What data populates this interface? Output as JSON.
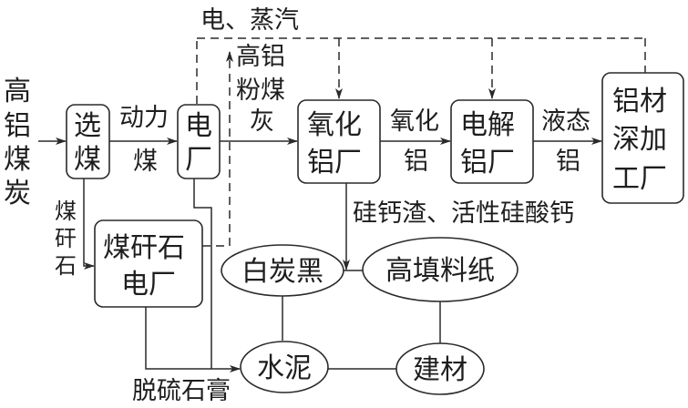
{
  "diagram": {
    "type": "process-flowchart",
    "colors": {
      "stroke": "#2a2a2a",
      "text": "#1e1e1e",
      "background": "#ffffff"
    },
    "input": {
      "label_chars": [
        "高",
        "铝",
        "煤",
        "炭"
      ],
      "label": "高铝煤炭"
    },
    "nodes": {
      "coal_washing": {
        "label": "选煤",
        "lines": [
          "选",
          "煤"
        ],
        "shape": "rounded-rect"
      },
      "power_plant": {
        "label": "电厂",
        "lines": [
          "电",
          "厂"
        ],
        "shape": "rounded-rect"
      },
      "alumina_plant": {
        "label": "氧化铝厂",
        "lines": [
          "氧化",
          "铝厂"
        ],
        "shape": "rounded-rect"
      },
      "electrolytic_plant": {
        "label": "电解铝厂",
        "lines": [
          "电解",
          "铝厂"
        ],
        "shape": "rounded-rect"
      },
      "processing_plant": {
        "label": "铝材深加工厂",
        "lines": [
          "铝材",
          "深加",
          "工厂"
        ],
        "shape": "rounded-rect"
      },
      "gangue_plant": {
        "label": "煤矸石电厂",
        "lines": [
          "煤矸石",
          "电厂"
        ],
        "shape": "rounded-rect"
      },
      "white_carbon": {
        "label": "白炭黑",
        "shape": "ellipse"
      },
      "filler_paper": {
        "label": "高填料纸",
        "shape": "ellipse"
      },
      "cement": {
        "label": "水泥",
        "shape": "ellipse"
      },
      "building_materials": {
        "label": "建材",
        "shape": "ellipse"
      }
    },
    "edge_labels": {
      "power_coal": {
        "label": "动力煤",
        "top": "动力",
        "bottom": "煤"
      },
      "fly_ash": {
        "label": "高铝粉煤灰",
        "lines": [
          "高铝",
          "粉煤",
          "灰"
        ]
      },
      "alumina": {
        "label": "氧化铝",
        "top": "氧化",
        "bottom": "铝"
      },
      "liquid_al": {
        "label": "液态铝",
        "top": "液态",
        "bottom": "铝"
      },
      "gangue": {
        "label": "煤矸石",
        "lines": [
          "煤",
          "矸",
          "石"
        ]
      },
      "electricity_steam": {
        "label": "电、蒸汽"
      },
      "slag": {
        "label": "硅钙渣、活性硅酸钙"
      },
      "gypsum": {
        "label": "脱硫石膏"
      }
    },
    "edges": [
      {
        "from": "高铝煤炭",
        "to": "选煤",
        "style": "solid",
        "arrow": true
      },
      {
        "from": "选煤",
        "to": "电厂",
        "label": "动力煤",
        "style": "solid",
        "arrow": true
      },
      {
        "from": "电厂",
        "to": "氧化铝厂",
        "style": "solid",
        "arrow": true
      },
      {
        "from": "氧化铝厂",
        "to": "电解铝厂",
        "label": "氧化铝",
        "style": "solid",
        "arrow": true
      },
      {
        "from": "电解铝厂",
        "to": "铝材深加工厂",
        "label": "液态铝",
        "style": "solid",
        "arrow": true
      },
      {
        "from": "选煤",
        "to": "煤矸石电厂",
        "label": "煤矸石",
        "style": "solid",
        "arrow": true
      },
      {
        "from": "电厂 / 煤矸石电厂",
        "to": "氧化铝厂 / 电解铝厂 / 铝材深加工厂",
        "label": "电、蒸汽",
        "style": "dashed",
        "arrow": true
      },
      {
        "from": "煤矸石电厂",
        "to": "高铝粉煤灰 (dashed riser)",
        "label": "高铝粉煤灰",
        "style": "dashed",
        "arrow": true
      },
      {
        "from": "氧化铝厂",
        "to": "白炭黑 / 高填料纸",
        "label": "硅钙渣、活性硅酸钙",
        "style": "solid",
        "arrow": true
      },
      {
        "from": "电厂 / 煤矸石电厂",
        "to": "水泥",
        "label": "脱硫石膏",
        "style": "solid",
        "arrow": true
      },
      {
        "from": "白炭黑",
        "to": "水泥",
        "style": "solid",
        "arrow": false
      },
      {
        "from": "高填料纸",
        "to": "建材",
        "style": "solid",
        "arrow": false
      },
      {
        "from": "水泥",
        "to": "建材",
        "style": "solid",
        "arrow": false
      }
    ]
  }
}
